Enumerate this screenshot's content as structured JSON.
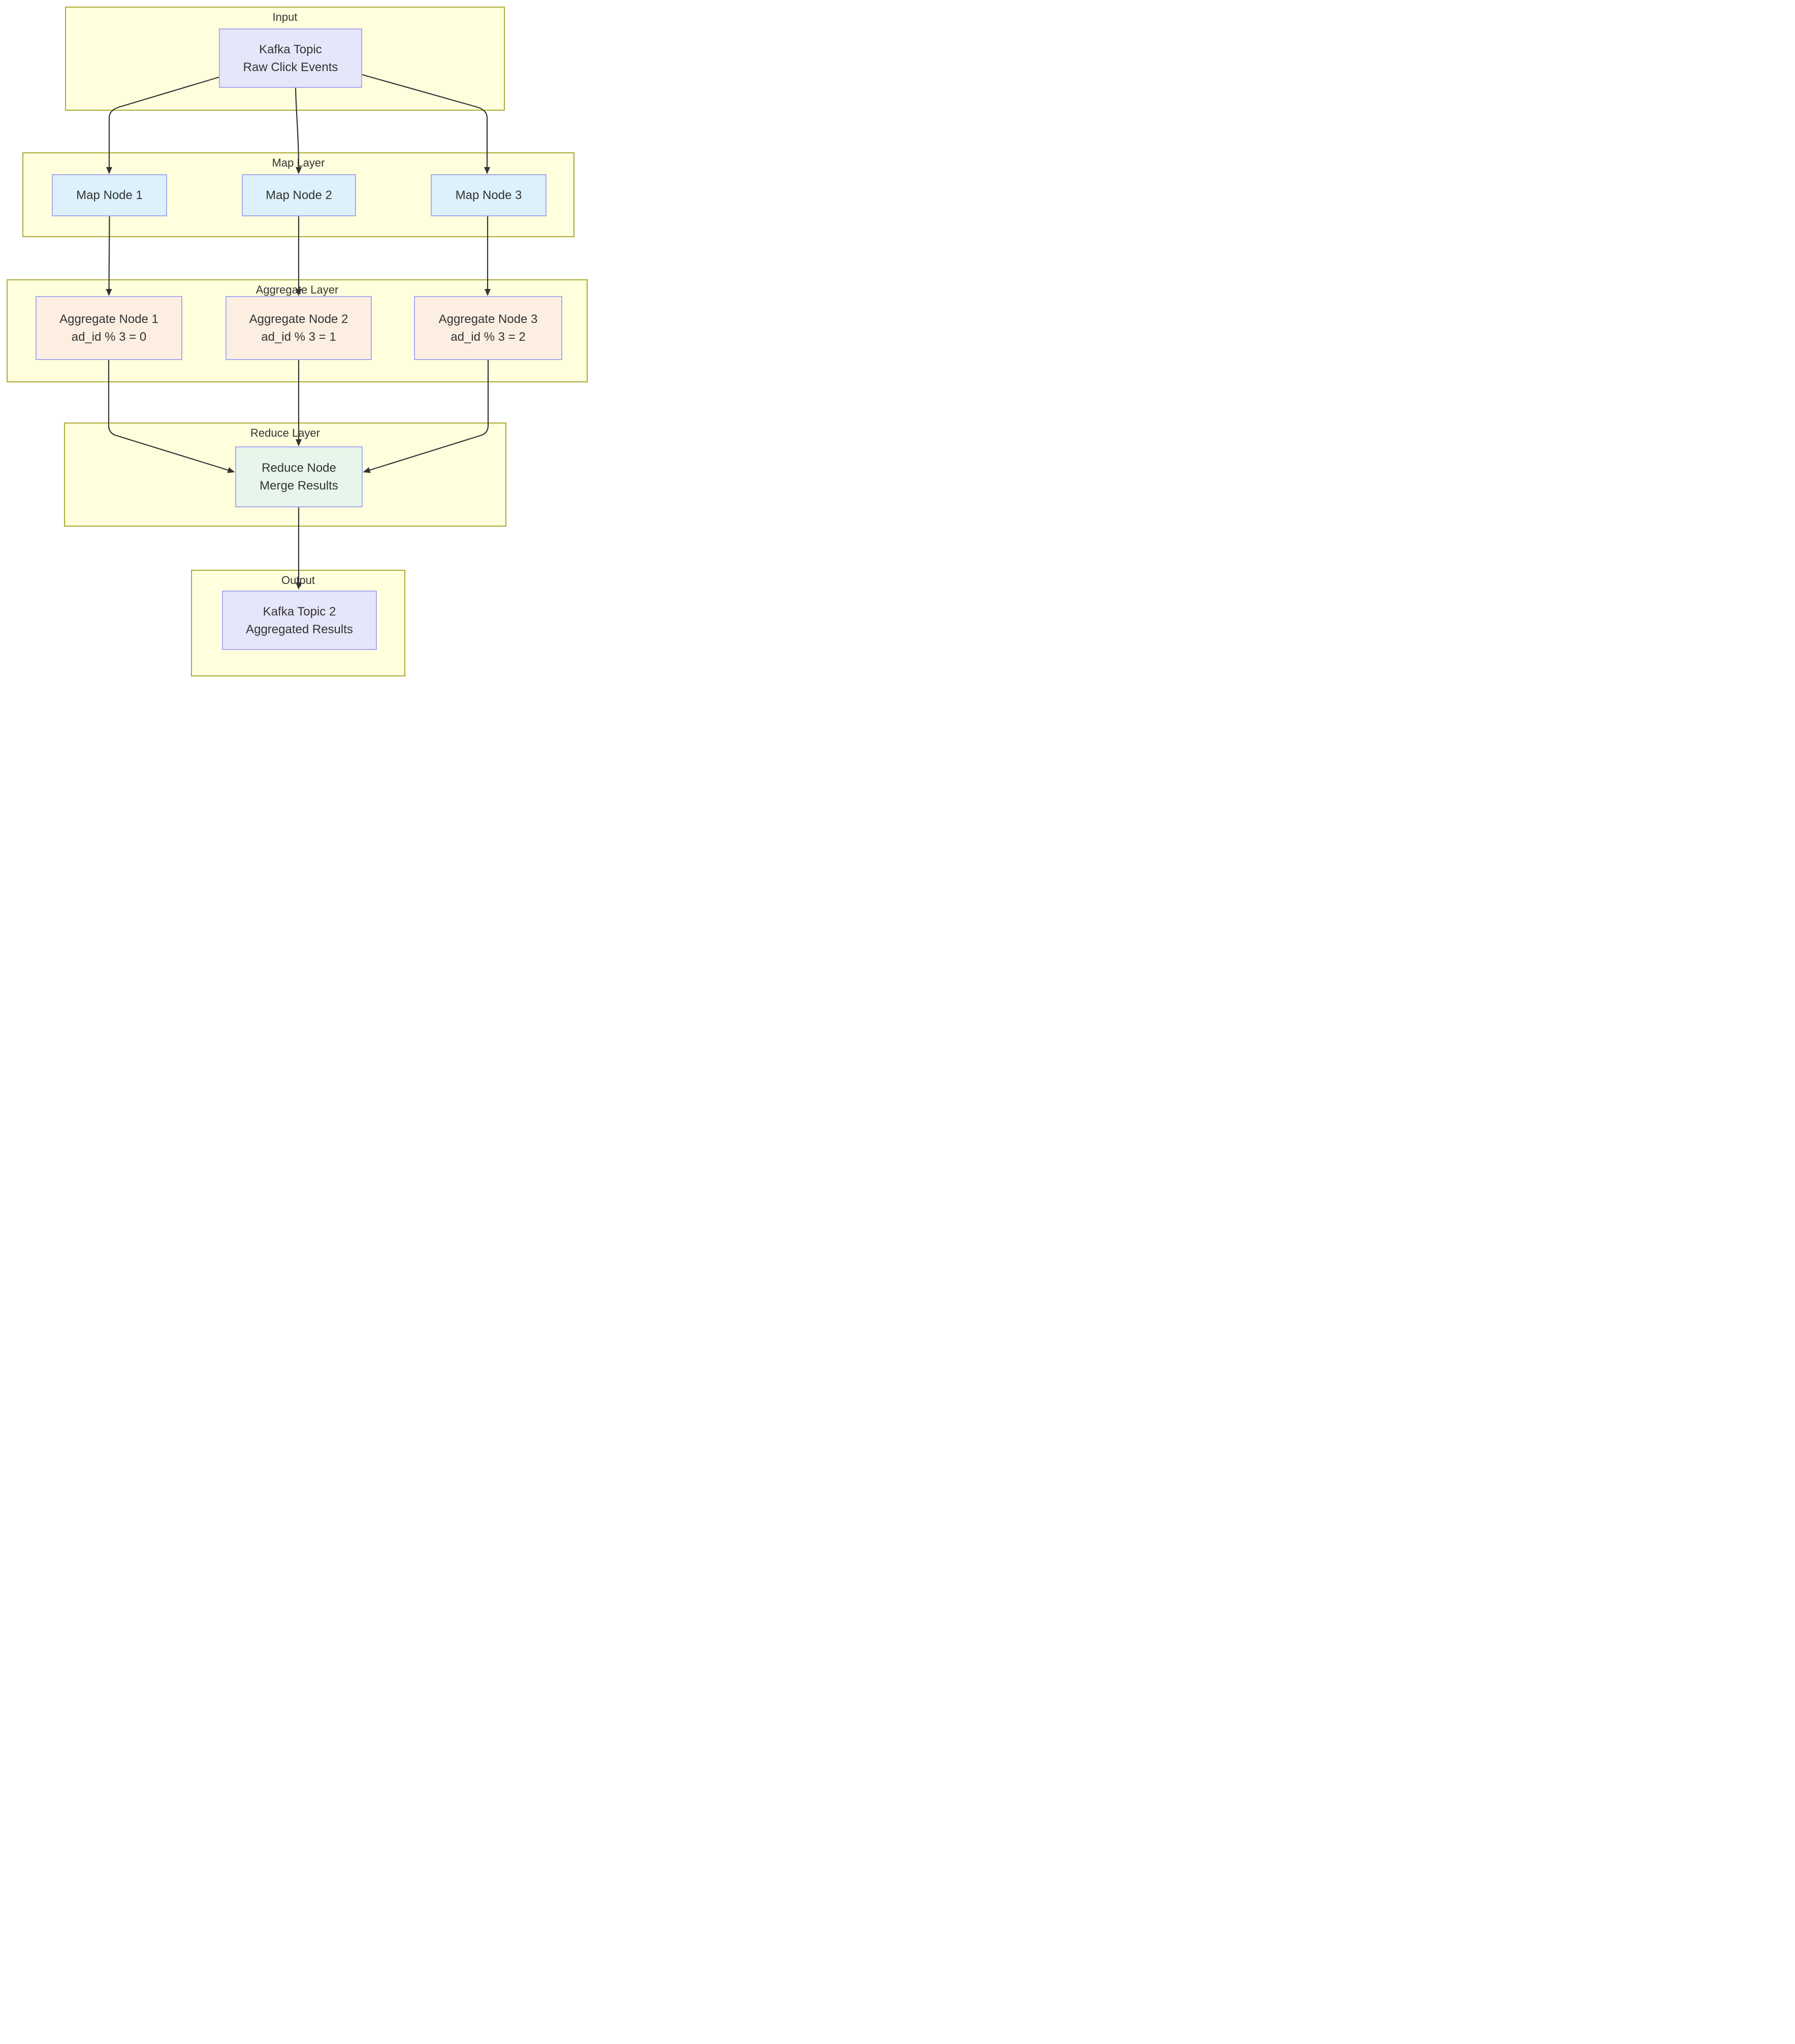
{
  "clusters": [
    {
      "id": "input",
      "label": "Input"
    },
    {
      "id": "map",
      "label": "Map Layer"
    },
    {
      "id": "aggregate",
      "label": "Aggregate Layer"
    },
    {
      "id": "reduce",
      "label": "Reduce Layer"
    },
    {
      "id": "output",
      "label": "Output"
    }
  ],
  "nodes": {
    "kafka1": {
      "line1": "Kafka Topic",
      "line2": "Raw Click Events"
    },
    "map1": {
      "line1": "Map Node 1"
    },
    "map2": {
      "line1": "Map Node 2"
    },
    "map3": {
      "line1": "Map Node 3"
    },
    "agg1": {
      "line1": "Aggregate Node 1",
      "line2": "ad_id % 3 = 0"
    },
    "agg2": {
      "line1": "Aggregate Node 2",
      "line2": "ad_id % 3 = 1"
    },
    "agg3": {
      "line1": "Aggregate Node 3",
      "line2": "ad_id % 3 = 2"
    },
    "reduce1": {
      "line1": "Reduce Node",
      "line2": "Merge Results"
    },
    "kafka2": {
      "line1": "Kafka Topic 2",
      "line2": "Aggregated Results"
    }
  },
  "colors": {
    "cluster_fill": "#ffffde",
    "cluster_border": "#aaaa33",
    "node_border": "#aaaaf2",
    "kafka_node_fill": "#e6e6fa",
    "map_node_fill": "#dcf1fc",
    "aggregate_node_fill": "#fcefe2",
    "reduce_node_fill": "#e8f5ea",
    "edge_color": "#333333",
    "text_color": "#333333"
  }
}
